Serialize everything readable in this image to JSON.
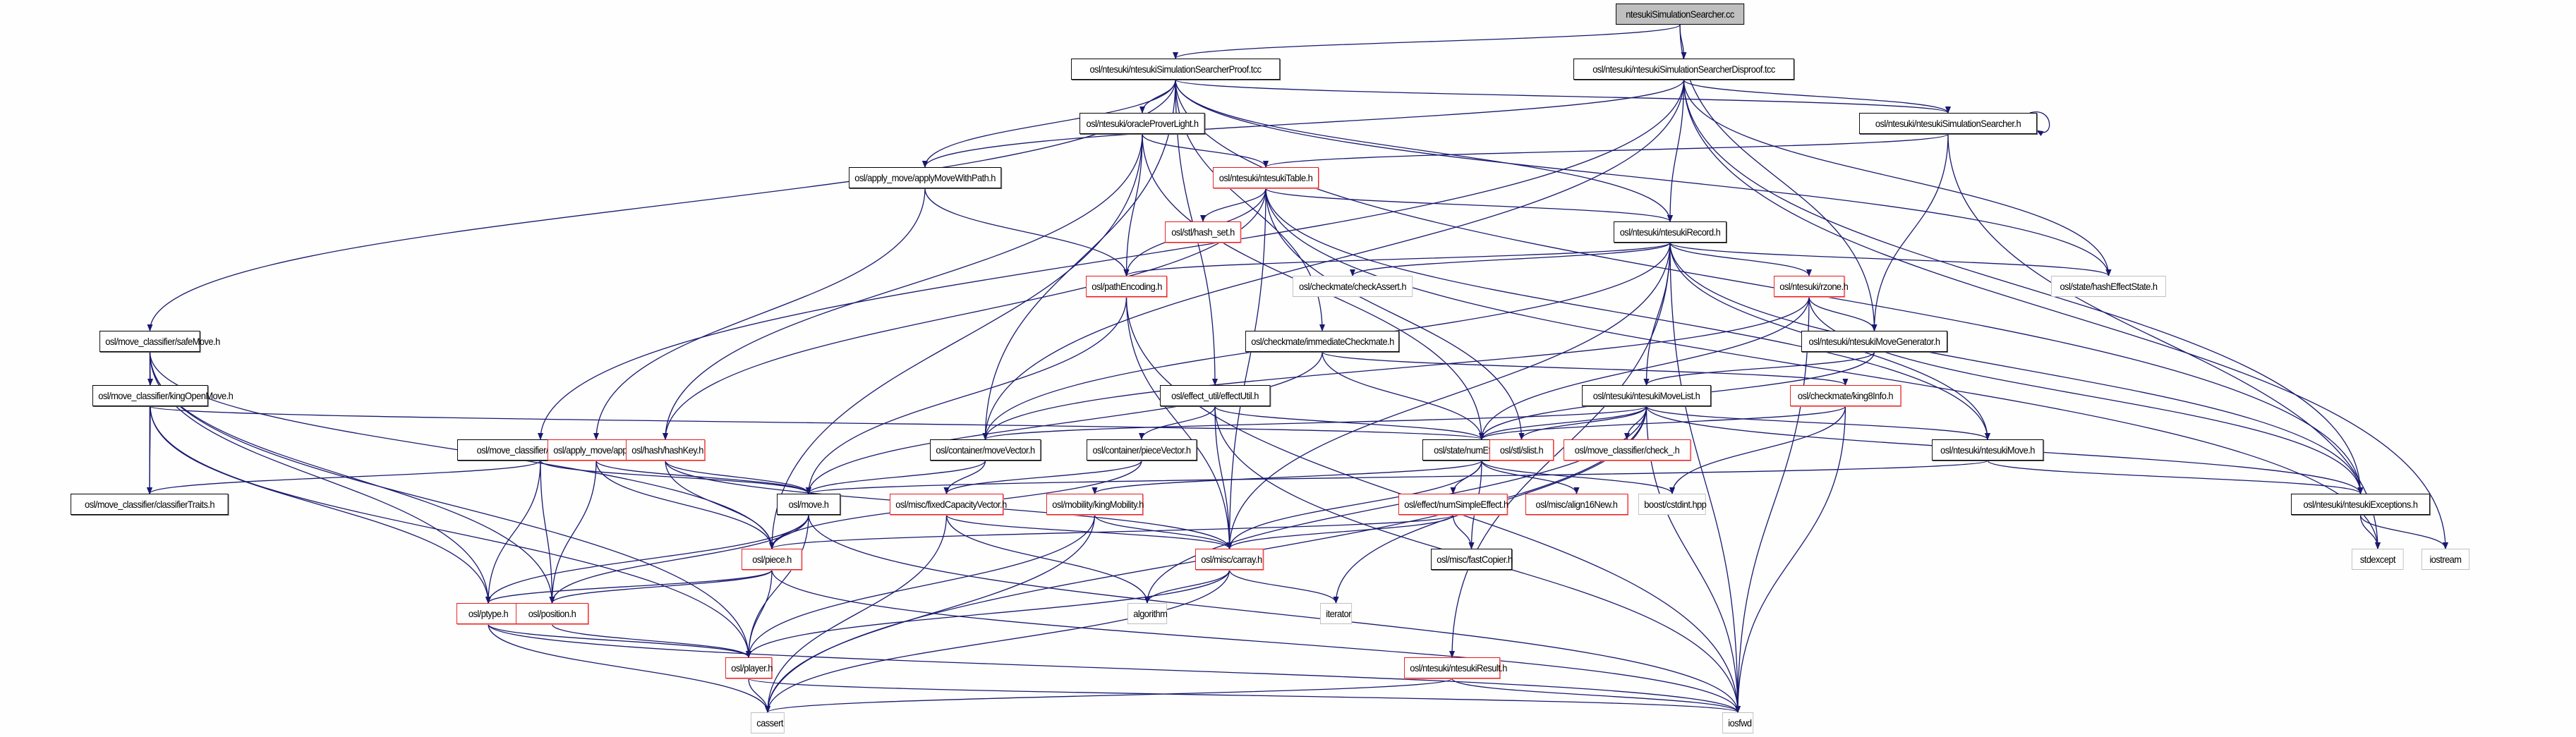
{
  "title": "ntesukiSimulationSearcher.cc include dependency graph",
  "colors": {
    "edge": "#191970",
    "background": "#fdfefd",
    "border_documented": "#000000",
    "border_truncated": "#e41a1c",
    "border_external": "#bfbfbf",
    "root_fill": "#bfbfbf"
  },
  "nodes": [
    {
      "id": "root",
      "label": "ntesukiSimulationSearcher.cc",
      "style": "root"
    },
    {
      "id": "proof",
      "label": "osl/ntesuki/ntesukiSimulationSearcherProof.tcc",
      "style": "black"
    },
    {
      "id": "disproof",
      "label": "osl/ntesuki/ntesukiSimulationSearcherDisproof.tcc",
      "style": "black"
    },
    {
      "id": "searcherh",
      "label": "osl/ntesuki/ntesukiSimulationSearcher.h",
      "style": "black"
    },
    {
      "id": "oracle",
      "label": "osl/ntesuki/oracleProverLight.h",
      "style": "black"
    },
    {
      "id": "amwp",
      "label": "osl/apply_move/applyMoveWithPath.h",
      "style": "black"
    },
    {
      "id": "table",
      "label": "osl/ntesuki/ntesukiTable.h",
      "style": "red"
    },
    {
      "id": "hashset",
      "label": "osl/stl/hash_set.h",
      "style": "red"
    },
    {
      "id": "record",
      "label": "osl/ntesuki/ntesukiRecord.h",
      "style": "black"
    },
    {
      "id": "pathenc",
      "label": "osl/pathEncoding.h",
      "style": "red"
    },
    {
      "id": "checkassert",
      "label": "osl/checkmate/checkAssert.h",
      "style": "grey"
    },
    {
      "id": "rzone",
      "label": "osl/ntesuki/rzone.h",
      "style": "red"
    },
    {
      "id": "hashes",
      "label": "osl/state/hashEffectState.h",
      "style": "grey"
    },
    {
      "id": "safemove",
      "label": "osl/move_classifier/safeMove.h",
      "style": "black"
    },
    {
      "id": "immcheck",
      "label": "osl/checkmate/immediateCheckmate.h",
      "style": "black"
    },
    {
      "id": "movegen",
      "label": "osl/ntesuki/ntesukiMoveGenerator.h",
      "style": "black"
    },
    {
      "id": "kingopen",
      "label": "osl/move_classifier/kingOpenMove.h",
      "style": "black"
    },
    {
      "id": "effectutil",
      "label": "osl/effect_util/effectUtil.h",
      "style": "black"
    },
    {
      "id": "movelist",
      "label": "osl/ntesuki/ntesukiMoveList.h",
      "style": "black"
    },
    {
      "id": "king8",
      "label": "osl/checkmate/king8Info.h",
      "style": "red"
    },
    {
      "id": "moveadaptor",
      "label": "osl/move_classifier/moveAdaptor.h",
      "style": "black"
    },
    {
      "id": "applymove",
      "label": "osl/apply_move/applyMove.h",
      "style": "red"
    },
    {
      "id": "hashkey",
      "label": "osl/hash/hashKey.h",
      "style": "red"
    },
    {
      "id": "movevector",
      "label": "osl/container/moveVector.h",
      "style": "black"
    },
    {
      "id": "piecevector",
      "label": "osl/container/pieceVector.h",
      "style": "black"
    },
    {
      "id": "numeffect",
      "label": "osl/state/numEffectState.h",
      "style": "black"
    },
    {
      "id": "slist",
      "label": "osl/stl/slist.h",
      "style": "red"
    },
    {
      "id": "check_",
      "label": "osl/move_classifier/check_.h",
      "style": "red"
    },
    {
      "id": "ntmove",
      "label": "osl/ntesuki/ntesukiMove.h",
      "style": "black"
    },
    {
      "id": "classtraits",
      "label": "osl/move_classifier/classifierTraits.h",
      "style": "black"
    },
    {
      "id": "move",
      "label": "osl/move.h",
      "style": "black"
    },
    {
      "id": "fixedcap",
      "label": "osl/misc/fixedCapacityVector.h",
      "style": "red"
    },
    {
      "id": "kingmob",
      "label": "osl/mobility/kingMobility.h",
      "style": "red"
    },
    {
      "id": "numsimple",
      "label": "osl/effect/numSimpleEffect.h",
      "style": "red"
    },
    {
      "id": "align16",
      "label": "osl/misc/align16New.h",
      "style": "red"
    },
    {
      "id": "cstdint",
      "label": "boost/cstdint.hpp",
      "style": "grey"
    },
    {
      "id": "exceptions",
      "label": "osl/ntesuki/ntesukiExceptions.h",
      "style": "black"
    },
    {
      "id": "piece",
      "label": "osl/piece.h",
      "style": "red"
    },
    {
      "id": "carray",
      "label": "osl/misc/carray.h",
      "style": "red"
    },
    {
      "id": "fastcopier",
      "label": "osl/misc/fastCopier.h",
      "style": "black"
    },
    {
      "id": "stdexcept",
      "label": "stdexcept",
      "style": "grey"
    },
    {
      "id": "iostream",
      "label": "iostream",
      "style": "grey"
    },
    {
      "id": "ptype",
      "label": "osl/ptype.h",
      "style": "red"
    },
    {
      "id": "position",
      "label": "osl/position.h",
      "style": "red"
    },
    {
      "id": "algorithm",
      "label": "algorithm",
      "style": "grey"
    },
    {
      "id": "iterator",
      "label": "iterator",
      "style": "grey"
    },
    {
      "id": "player",
      "label": "osl/player.h",
      "style": "red"
    },
    {
      "id": "result",
      "label": "osl/ntesuki/ntesukiResult.h",
      "style": "red"
    },
    {
      "id": "cassert",
      "label": "cassert",
      "style": "grey"
    },
    {
      "id": "iosfwd",
      "label": "iosfwd",
      "style": "grey"
    }
  ],
  "edges": [
    [
      "root",
      "proof"
    ],
    [
      "root",
      "disproof"
    ],
    [
      "root",
      "movegen"
    ],
    [
      "proof",
      "oracle"
    ],
    [
      "proof",
      "searcherh"
    ],
    [
      "proof",
      "amwp"
    ],
    [
      "proof",
      "safemove"
    ],
    [
      "proof",
      "immcheck"
    ],
    [
      "proof",
      "record"
    ],
    [
      "proof",
      "effectutil"
    ],
    [
      "proof",
      "movevector"
    ],
    [
      "proof",
      "exceptions"
    ],
    [
      "proof",
      "hashes"
    ],
    [
      "disproof",
      "searcherh"
    ],
    [
      "disproof",
      "record"
    ],
    [
      "disproof",
      "amwp"
    ],
    [
      "disproof",
      "moveadaptor"
    ],
    [
      "disproof",
      "movevector"
    ],
    [
      "disproof",
      "exceptions"
    ],
    [
      "disproof",
      "hashes"
    ],
    [
      "disproof",
      "iostream"
    ],
    [
      "searcherh",
      "searcherh"
    ],
    [
      "searcherh",
      "table"
    ],
    [
      "searcherh",
      "movegen"
    ],
    [
      "searcherh",
      "stdexcept"
    ],
    [
      "oracle",
      "table"
    ],
    [
      "oracle",
      "pathenc"
    ],
    [
      "oracle",
      "hashkey"
    ],
    [
      "oracle",
      "numeffect"
    ],
    [
      "oracle",
      "piece"
    ],
    [
      "amwp",
      "pathenc"
    ],
    [
      "amwp",
      "applymove"
    ],
    [
      "table",
      "hashset"
    ],
    [
      "table",
      "record"
    ],
    [
      "table",
      "pathenc"
    ],
    [
      "table",
      "slist"
    ],
    [
      "table",
      "carray"
    ],
    [
      "table",
      "hashkey"
    ],
    [
      "table",
      "ntmove"
    ],
    [
      "table",
      "stdexcept"
    ],
    [
      "record",
      "pathenc"
    ],
    [
      "record",
      "checkassert"
    ],
    [
      "record",
      "rzone"
    ],
    [
      "record",
      "movelist"
    ],
    [
      "record",
      "hashes"
    ],
    [
      "record",
      "ntmove"
    ],
    [
      "record",
      "exceptions"
    ],
    [
      "record",
      "result"
    ],
    [
      "record",
      "iosfwd"
    ],
    [
      "record",
      "carray"
    ],
    [
      "record",
      "movevector"
    ],
    [
      "pathenc",
      "move"
    ],
    [
      "pathenc",
      "carray"
    ],
    [
      "pathenc",
      "iosfwd"
    ],
    [
      "rzone",
      "movegen"
    ],
    [
      "rzone",
      "numeffect"
    ],
    [
      "rzone",
      "exceptions"
    ],
    [
      "rzone",
      "movevector"
    ],
    [
      "rzone",
      "iosfwd"
    ],
    [
      "safemove",
      "kingopen"
    ],
    [
      "safemove",
      "classtraits"
    ],
    [
      "safemove",
      "piece"
    ],
    [
      "safemove",
      "ptype"
    ],
    [
      "safemove",
      "position"
    ],
    [
      "safemove",
      "player"
    ],
    [
      "immcheck",
      "numeffect"
    ],
    [
      "immcheck",
      "king8"
    ],
    [
      "immcheck",
      "move"
    ],
    [
      "movegen",
      "movelist"
    ],
    [
      "movegen",
      "numeffect"
    ],
    [
      "kingopen",
      "classtraits"
    ],
    [
      "kingopen",
      "numeffect"
    ],
    [
      "kingopen",
      "ptype"
    ],
    [
      "kingopen",
      "player"
    ],
    [
      "effectutil",
      "numeffect"
    ],
    [
      "effectutil",
      "piecevector"
    ],
    [
      "effectutil",
      "carray"
    ],
    [
      "effectutil",
      "iosfwd"
    ],
    [
      "movelist",
      "numeffect"
    ],
    [
      "movelist",
      "slist"
    ],
    [
      "movelist",
      "check_"
    ],
    [
      "movelist",
      "ntmove"
    ],
    [
      "movelist",
      "exceptions"
    ],
    [
      "movelist",
      "movevector"
    ],
    [
      "movelist",
      "algorithm"
    ],
    [
      "movelist",
      "iterator"
    ],
    [
      "movelist",
      "iosfwd"
    ],
    [
      "movelist",
      "cassert"
    ],
    [
      "king8",
      "numeffect"
    ],
    [
      "king8",
      "cstdint"
    ],
    [
      "king8",
      "iosfwd"
    ],
    [
      "moveadaptor",
      "move"
    ],
    [
      "moveadaptor",
      "classtraits"
    ],
    [
      "moveadaptor",
      "ptype"
    ],
    [
      "moveadaptor",
      "position"
    ],
    [
      "applymove",
      "move"
    ],
    [
      "applymove",
      "piece"
    ],
    [
      "applymove",
      "position"
    ],
    [
      "hashkey",
      "move"
    ],
    [
      "hashkey",
      "piece"
    ],
    [
      "hashkey",
      "carray"
    ],
    [
      "movevector",
      "move"
    ],
    [
      "movevector",
      "fixedcap"
    ],
    [
      "piecevector",
      "fixedcap"
    ],
    [
      "piecevector",
      "piece"
    ],
    [
      "numeffect",
      "numsimple"
    ],
    [
      "numeffect",
      "align16"
    ],
    [
      "numeffect",
      "cstdint"
    ],
    [
      "numeffect",
      "kingmob"
    ],
    [
      "numeffect",
      "fastcopier"
    ],
    [
      "numeffect",
      "carray"
    ],
    [
      "ntmove",
      "exceptions"
    ],
    [
      "ntmove",
      "move"
    ],
    [
      "move",
      "piece"
    ],
    [
      "move",
      "ptype"
    ],
    [
      "move",
      "position"
    ],
    [
      "move",
      "player"
    ],
    [
      "move",
      "iosfwd"
    ],
    [
      "fixedcap",
      "carray"
    ],
    [
      "fixedcap",
      "algorithm"
    ],
    [
      "fixedcap",
      "cassert"
    ],
    [
      "kingmob",
      "carray"
    ],
    [
      "kingmob",
      "player"
    ],
    [
      "kingmob",
      "cassert"
    ],
    [
      "numsimple",
      "carray"
    ],
    [
      "numsimple",
      "fastcopier"
    ],
    [
      "numsimple",
      "piece"
    ],
    [
      "exceptions",
      "stdexcept"
    ],
    [
      "exceptions",
      "iostream"
    ],
    [
      "piece",
      "ptype"
    ],
    [
      "piece",
      "position"
    ],
    [
      "piece",
      "player"
    ],
    [
      "piece",
      "iosfwd"
    ],
    [
      "carray",
      "algorithm"
    ],
    [
      "carray",
      "iterator"
    ],
    [
      "carray",
      "cassert"
    ],
    [
      "carray",
      "player"
    ],
    [
      "ptype",
      "player"
    ],
    [
      "ptype",
      "cassert"
    ],
    [
      "ptype",
      "iosfwd"
    ],
    [
      "position",
      "player"
    ],
    [
      "player",
      "cassert"
    ],
    [
      "player",
      "iosfwd"
    ],
    [
      "result",
      "cassert"
    ],
    [
      "result",
      "iosfwd"
    ]
  ]
}
